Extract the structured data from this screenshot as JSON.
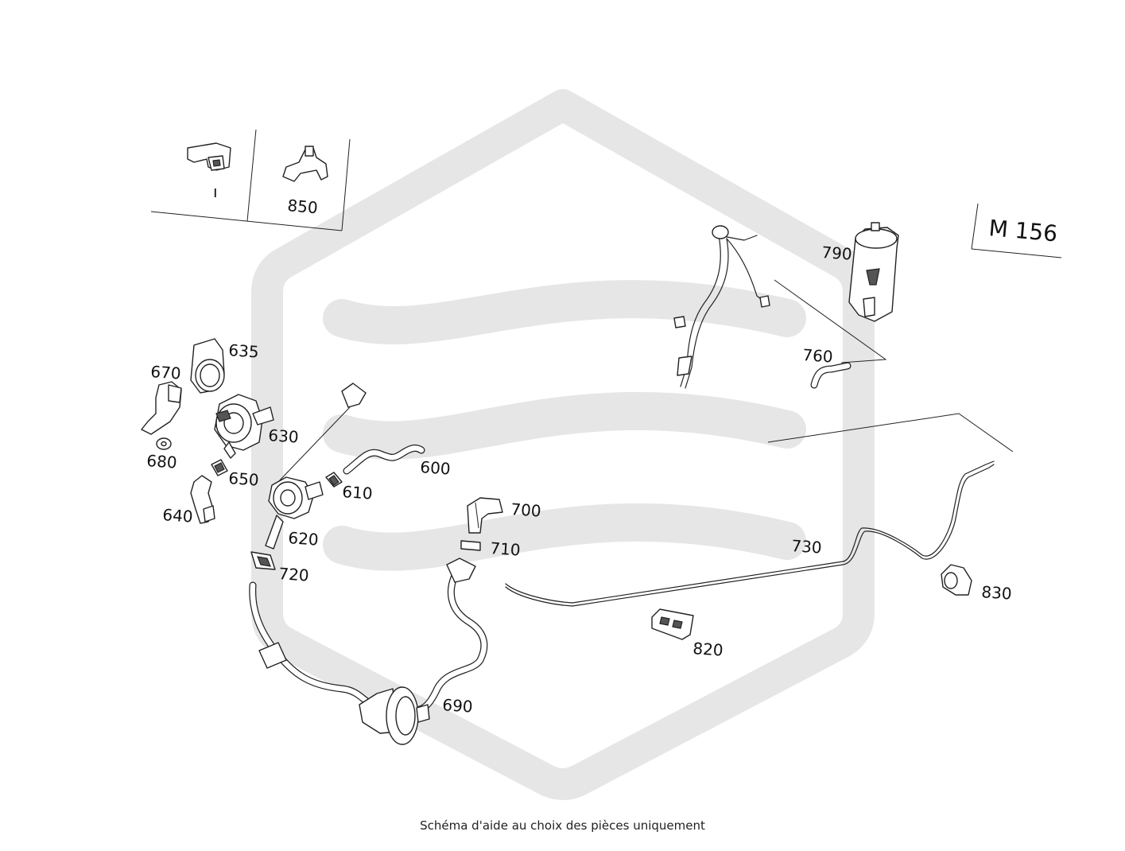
{
  "engine_code": "M 156",
  "footer_note": "Schéma d'aide au choix des pièces uniquement",
  "inset_labels": {
    "left_mark": "ı",
    "right": "850"
  },
  "parts": {
    "p600": "600",
    "p610": "610",
    "p620": "620",
    "p630": "630",
    "p635": "635",
    "p640": "640",
    "p650": "650",
    "p670": "670",
    "p680": "680",
    "p690": "690",
    "p700": "700",
    "p710": "710",
    "p720": "720",
    "p730": "730",
    "p760": "760",
    "p790": "790",
    "p820": "820",
    "p830": "830"
  },
  "watermark": {
    "color": "#e6e6e6",
    "icon": "hexagon-stripes-logo"
  }
}
